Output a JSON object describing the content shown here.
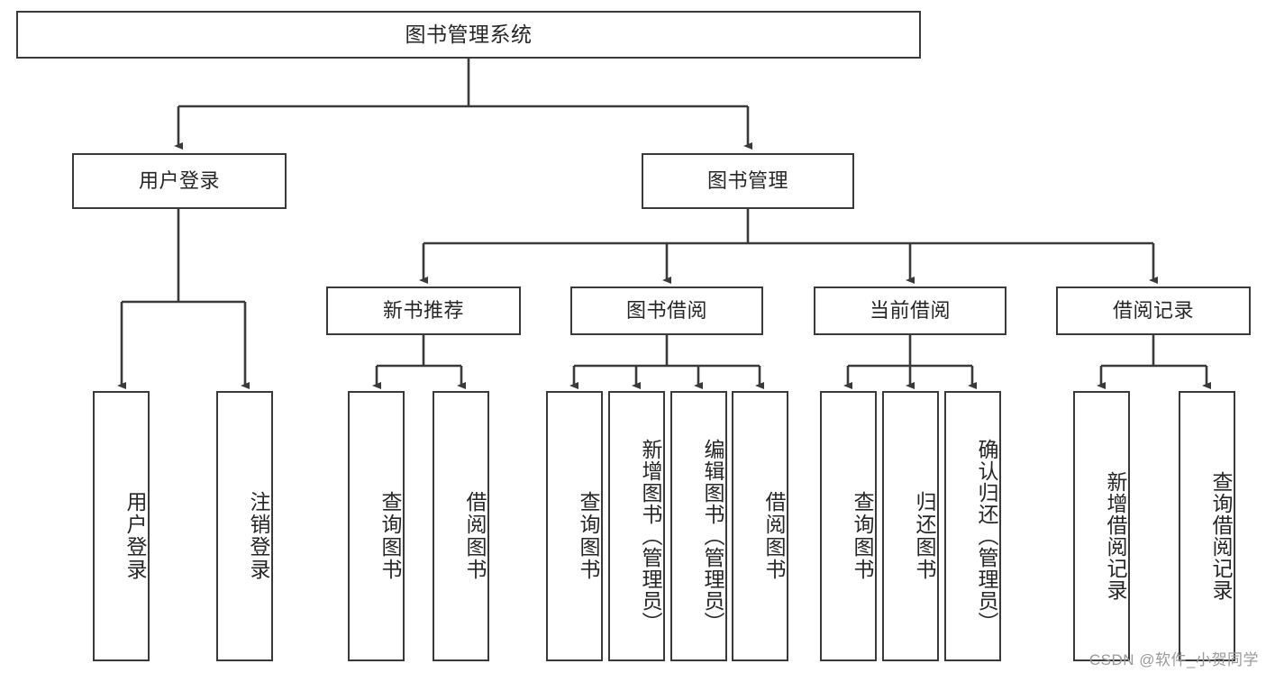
{
  "diagram": {
    "title": "图书管理系统",
    "watermark": "CSDN @软件_小贺同学",
    "accent_color": "#3a3a3a",
    "text_color": "#262626",
    "background_color": "#ffffff",
    "root": {
      "label": "图书管理系统"
    },
    "level2": [
      {
        "label": "用户登录"
      },
      {
        "label": "图书管理"
      }
    ],
    "level3": [
      {
        "label": "新书推荐"
      },
      {
        "label": "图书借阅"
      },
      {
        "label": "当前借阅"
      },
      {
        "label": "借阅记录"
      }
    ],
    "leaves": {
      "user_login": [
        {
          "label": "用户登录"
        },
        {
          "label": "注销登录"
        }
      ],
      "new_book_recommend": [
        {
          "label": "查询图书"
        },
        {
          "label": "借阅图书"
        }
      ],
      "book_borrow": [
        {
          "label": "查询图书"
        },
        {
          "label": "新增图书（管理员）"
        },
        {
          "label": "编辑图书（管理员）"
        },
        {
          "label": "借阅图书"
        }
      ],
      "current_borrow": [
        {
          "label": "查询图书"
        },
        {
          "label": "归还图书"
        },
        {
          "label": "确认归还（管理员）"
        }
      ],
      "borrow_record": [
        {
          "label": "新增借阅记录"
        },
        {
          "label": "查询借阅记录"
        }
      ]
    }
  }
}
